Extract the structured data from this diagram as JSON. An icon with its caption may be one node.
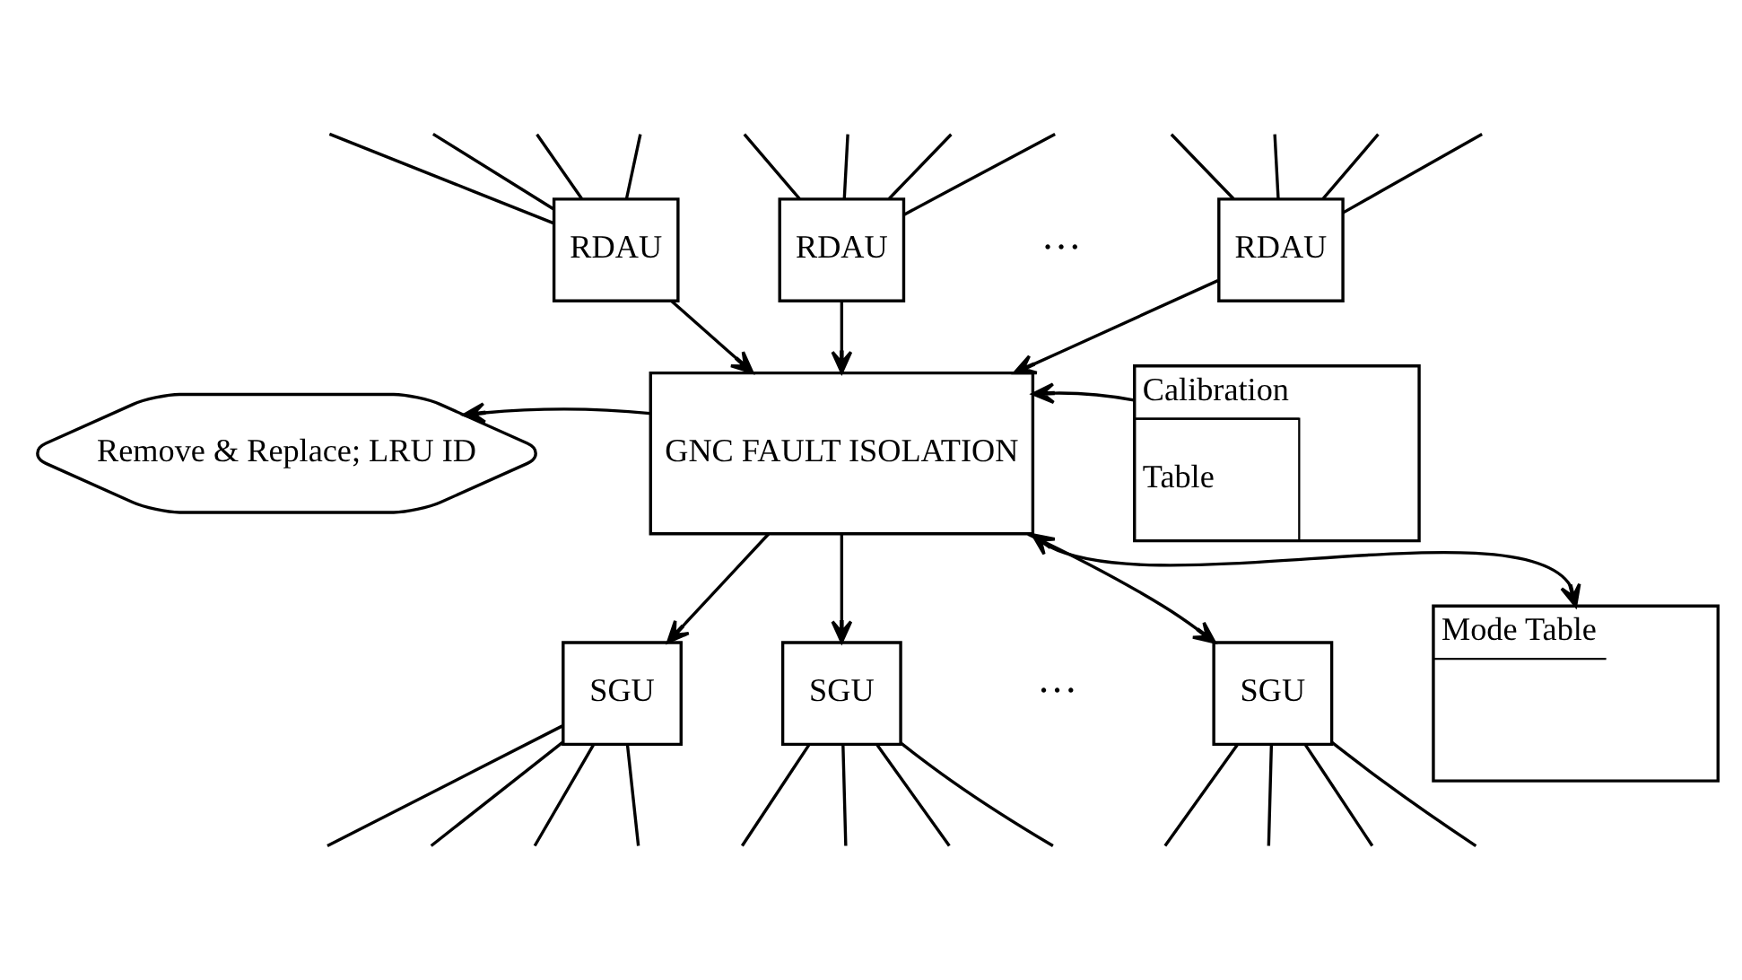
{
  "diagram": {
    "nodes": [
      {
        "text": [
          "RDAU"
        ]
      },
      {
        "text": [
          "RDAU"
        ]
      },
      {
        "text": [
          "RDAU"
        ]
      },
      {
        "text": [
          "GNC FAULT ISOLATION"
        ]
      },
      {
        "text": [
          "Remove & Replace; LRU ID"
        ]
      },
      {
        "text": [
          "Calibration",
          "Table"
        ]
      },
      {
        "text": [
          "Mode Table"
        ]
      },
      {
        "text": [
          "SGU"
        ]
      },
      {
        "text": [
          "SGU"
        ]
      },
      {
        "text": [
          "SGU"
        ]
      }
    ],
    "edges": [
      {
        "from": null,
        "to": 0,
        "arrow": "none"
      },
      {
        "from": null,
        "to": 0,
        "arrow": "none"
      },
      {
        "from": null,
        "to": 0,
        "arrow": "none"
      },
      {
        "from": null,
        "to": 0,
        "arrow": "none"
      },
      {
        "from": null,
        "to": 1,
        "arrow": "none"
      },
      {
        "from": null,
        "to": 1,
        "arrow": "none"
      },
      {
        "from": null,
        "to": 1,
        "arrow": "none"
      },
      {
        "from": null,
        "to": 1,
        "arrow": "none"
      },
      {
        "from": null,
        "to": 2,
        "arrow": "none"
      },
      {
        "from": null,
        "to": 2,
        "arrow": "none"
      },
      {
        "from": null,
        "to": 2,
        "arrow": "none"
      },
      {
        "from": null,
        "to": 2,
        "arrow": "none"
      },
      {
        "from": 0,
        "to": 3,
        "arrow": "to"
      },
      {
        "from": 1,
        "to": 3,
        "arrow": "to"
      },
      {
        "from": 2,
        "to": 3,
        "arrow": "to"
      },
      {
        "from": 3,
        "to": 4,
        "arrow": "to"
      },
      {
        "from": 5,
        "to": 3,
        "arrow": "to"
      },
      {
        "from": 3,
        "to": 6,
        "arrow": "both"
      },
      {
        "from": 3,
        "to": 7,
        "arrow": "to"
      },
      {
        "from": 3,
        "to": 8,
        "arrow": "to"
      },
      {
        "from": 3,
        "to": 9,
        "arrow": "to"
      },
      {
        "from": 7,
        "to": null,
        "arrow": "none"
      },
      {
        "from": 7,
        "to": null,
        "arrow": "none"
      },
      {
        "from": 7,
        "to": null,
        "arrow": "none"
      },
      {
        "from": 7,
        "to": null,
        "arrow": "none"
      },
      {
        "from": 8,
        "to": null,
        "arrow": "none"
      },
      {
        "from": 8,
        "to": null,
        "arrow": "none"
      },
      {
        "from": 8,
        "to": null,
        "arrow": "none"
      },
      {
        "from": 8,
        "to": null,
        "arrow": "none"
      },
      {
        "from": 9,
        "to": null,
        "arrow": "none"
      },
      {
        "from": 9,
        "to": null,
        "arrow": "none"
      },
      {
        "from": 9,
        "to": null,
        "arrow": "none"
      },
      {
        "from": 9,
        "to": null,
        "arrow": "none"
      }
    ],
    "labels": [
      "···",
      "···"
    ]
  }
}
